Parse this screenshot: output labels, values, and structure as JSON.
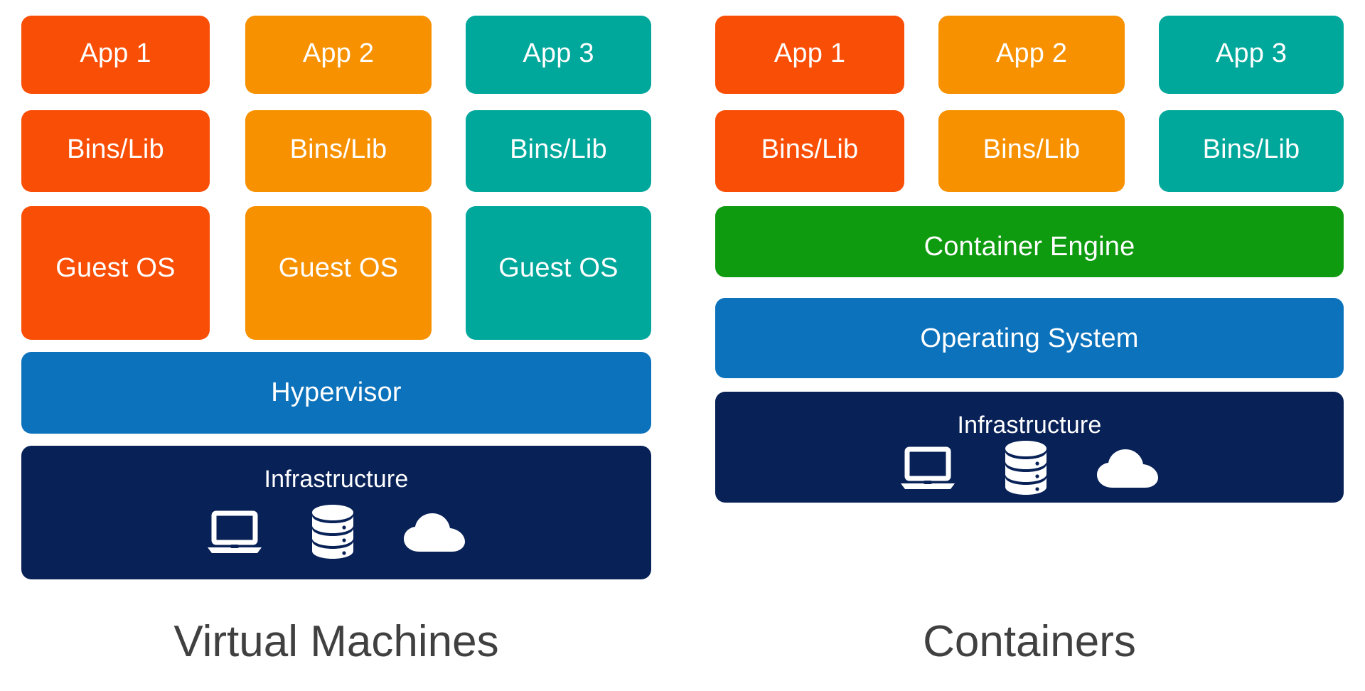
{
  "diagram": {
    "title_left": "Virtual Machines",
    "title_right": "Containers",
    "background": "#ffffff",
    "caption_color": "#404040"
  },
  "colors": {
    "red": "#f94e06",
    "orange": "#f79100",
    "teal": "#00a79b",
    "green": "#0f9b0f",
    "blue": "#0c72bc",
    "navy": "#082157",
    "text_on_box": "#ffffff"
  },
  "virtual_machines": {
    "caption": "Virtual Machines",
    "columns": [
      {
        "color": "#f94e06",
        "app": "App 1",
        "bins": "Bins/Lib",
        "guest_os": "Guest OS"
      },
      {
        "color": "#f79100",
        "app": "App 2",
        "bins": "Bins/Lib",
        "guest_os": "Guest OS"
      },
      {
        "color": "#00a79b",
        "app": "App 3",
        "bins": "Bins/Lib",
        "guest_os": "Guest OS"
      }
    ],
    "hypervisor": "Hypervisor",
    "infrastructure": "Infrastructure",
    "infrastructure_icons": [
      "laptop-icon",
      "database-icon",
      "cloud-icon"
    ]
  },
  "containers": {
    "caption": "Containers",
    "columns": [
      {
        "color": "#f94e06",
        "app": "App 1",
        "bins": "Bins/Lib"
      },
      {
        "color": "#f79100",
        "app": "App 2",
        "bins": "Bins/Lib"
      },
      {
        "color": "#00a79b",
        "app": "App 3",
        "bins": "Bins/Lib"
      }
    ],
    "container_engine": "Container Engine",
    "operating_system": "Operating System",
    "infrastructure": "Infrastructure",
    "infrastructure_icons": [
      "laptop-icon",
      "database-icon",
      "cloud-icon"
    ]
  }
}
